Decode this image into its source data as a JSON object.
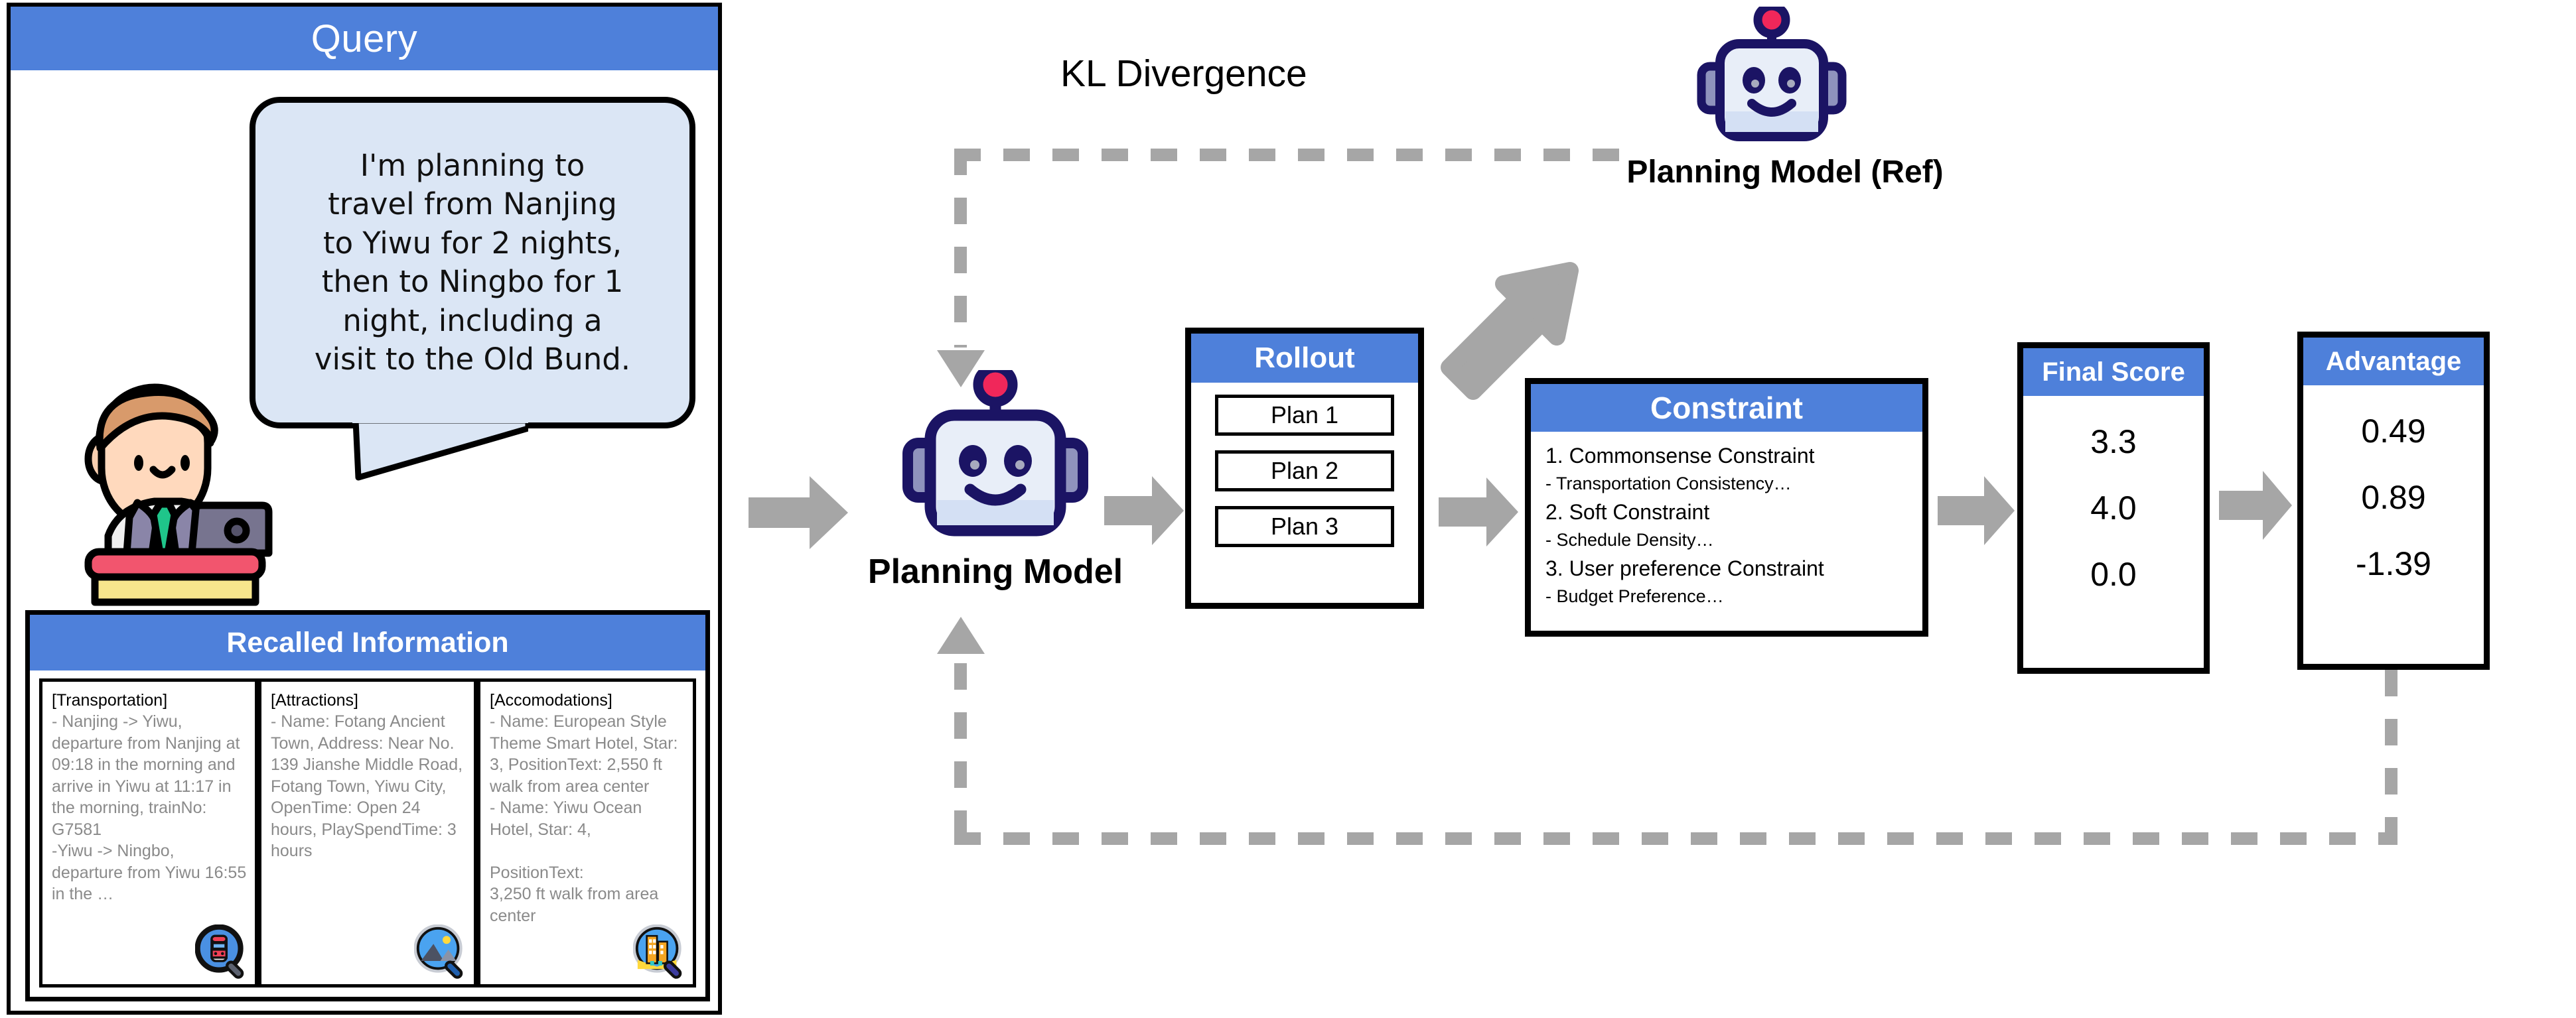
{
  "query": {
    "header": "Query",
    "bubble_text": "I'm planning to\ntravel from Nanjing\nto Yiwu for 2 nights,\nthen to Ningbo for 1\nnight, including a\nvisit to the Old Bund.",
    "person_icon": "person-with-laptop-icon"
  },
  "recalled": {
    "header": "Recalled Information",
    "columns": [
      {
        "title": "[Transportation]",
        "body": "- Nanjing -> Yiwu, departure from Nanjing at 09:18 in the morning and arrive in Yiwu at 11:17 in the morning, trainNo: G7581\n-Yiwu -> Ningbo, departure from Yiwu 16:55 in the …",
        "icon": "train-magnifier-icon"
      },
      {
        "title": "[Attractions]",
        "body": "- Name: Fotang Ancient Town, Address: Near No. 139 Jianshe Middle Road, Fotang Town, Yiwu City, OpenTime: Open 24 hours, PlaySpendTime: 3 hours",
        "icon": "landscape-magnifier-icon"
      },
      {
        "title": "[Accomodations]",
        "body": "- Name: European Style Theme Smart Hotel, Star: 3, PositionText: 2,550 ft walk from area center\n- Name: Yiwu Ocean Hotel, Star: 4,\n\nPositionText:\n3,250 ft walk from area center",
        "icon": "hotel-magnifier-icon"
      }
    ]
  },
  "flow": {
    "kl_label": "KL Divergence",
    "planning_model_label": "Planning Model",
    "planning_model_ref_label": "Planning Model (Ref)",
    "robot_icon": "robot-head-icon",
    "arrow_icon": "right-arrow-icon"
  },
  "rollout": {
    "header": "Rollout",
    "plans": [
      "Plan 1",
      "Plan 2",
      "Plan 3"
    ]
  },
  "constraint": {
    "header": "Constraint",
    "items": [
      {
        "major": "1. Commonsense Constraint",
        "minor": "- Transportation  Consistency…"
      },
      {
        "major": "2. Soft Constraint",
        "minor": "- Schedule Density…"
      },
      {
        "major": "3. User preference Constraint",
        "minor": "- Budget Preference…"
      }
    ]
  },
  "final_score": {
    "header": "Final Score",
    "values": [
      "3.3",
      "4.0",
      "0.0"
    ]
  },
  "advantage": {
    "header": "Advantage",
    "values": [
      "0.49",
      "0.89",
      "-1.39"
    ]
  },
  "colors": {
    "header_blue": "#4e80da",
    "bubble_blue": "#dbe6f5",
    "arrow_gray": "#a6a6a6",
    "robot_navy": "#1b1464",
    "robot_red": "#f0275a"
  }
}
